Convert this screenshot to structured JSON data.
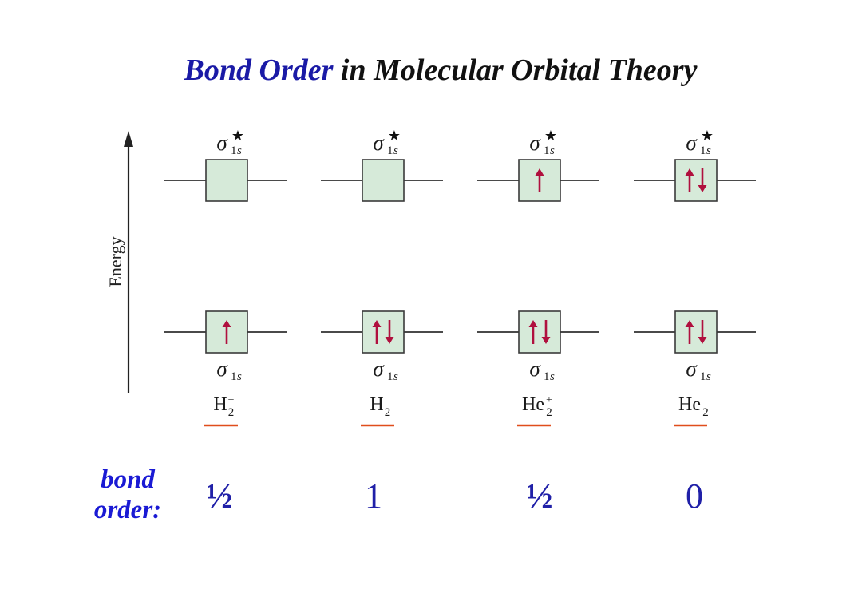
{
  "title": {
    "accent": "Bond Order",
    "rest": " in Molecular Orbital Theory"
  },
  "diagram": {
    "axis_label": "Energy",
    "antibonding_label": {
      "base": "σ",
      "sup": "★",
      "sub": "1s"
    },
    "bonding_label": {
      "base": "σ",
      "sub": "1s"
    },
    "species": [
      {
        "base": "H",
        "sub": "2",
        "sup": "+",
        "antibonding_electrons": 0,
        "bonding_electrons": 1
      },
      {
        "base": "H",
        "sub": "2",
        "sup": "",
        "antibonding_electrons": 0,
        "bonding_electrons": 2
      },
      {
        "base": "He",
        "sub": "2",
        "sup": "+",
        "antibonding_electrons": 1,
        "bonding_electrons": 2
      },
      {
        "base": "He",
        "sub": "2",
        "sup": "",
        "antibonding_electrons": 2,
        "bonding_electrons": 2
      }
    ],
    "colors": {
      "box_fill": "#d6ead9",
      "arrow": "#b0103e",
      "underline": "#e04e1c",
      "line": "#4a4a4a"
    }
  },
  "bond_order": {
    "label_line1": "bond",
    "label_line2": "order:",
    "values": [
      "½",
      "1",
      "½",
      "0"
    ]
  }
}
